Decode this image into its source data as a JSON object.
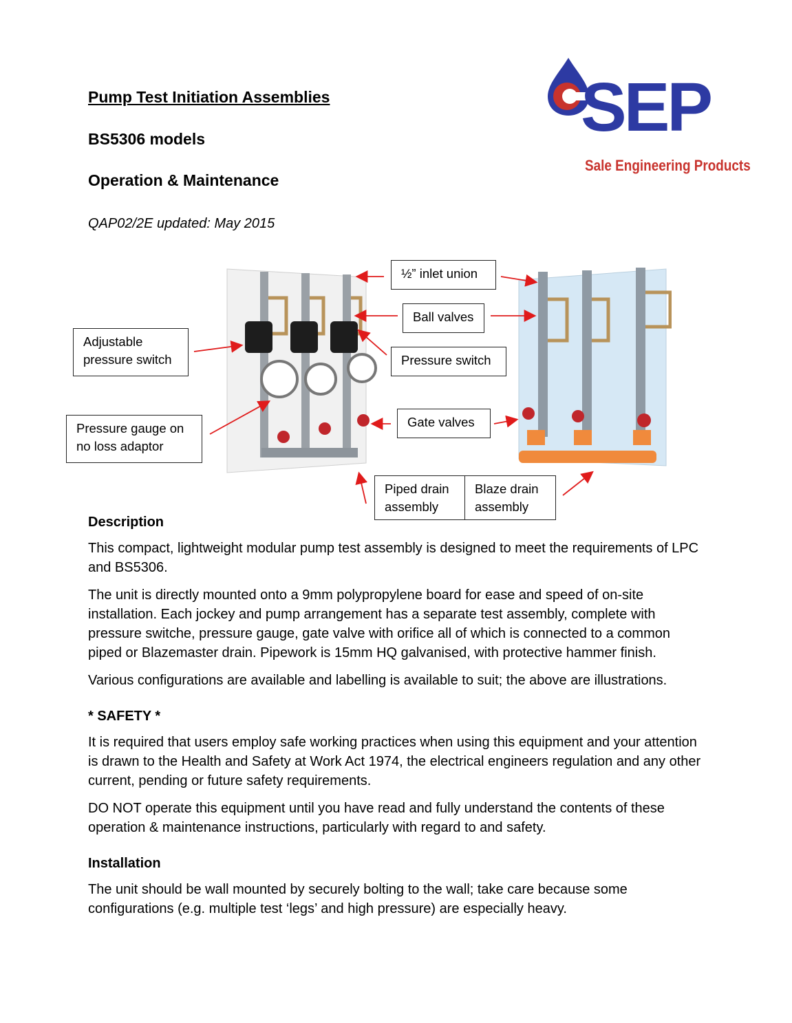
{
  "header": {
    "title": "Pump Test Initiation Assemblies",
    "subtitle1": "BS5306 models",
    "subtitle2": "Operation & Maintenance",
    "reference": "QAP02/2E updated: May 2015"
  },
  "logo": {
    "mark": "SEP",
    "tagline": "Sale Engineering Products",
    "brand_blue": "#2d3aa3",
    "brand_red": "#c8332d"
  },
  "figure": {
    "callouts": {
      "adjustable_switch_line1": "Adjustable",
      "adjustable_switch_line2": "pressure switch",
      "gauge_line1": "Pressure gauge on",
      "gauge_line2": "no loss adaptor",
      "inlet_union": "½” inlet union",
      "ball_valves": "Ball valves",
      "pressure_switch": "Pressure switch",
      "gate_valves": "Gate valves",
      "piped_drain_line1": "Piped drain",
      "piped_drain_line2": "assembly",
      "blaze_drain_line1": "Blaze drain",
      "blaze_drain_line2": "assembly"
    },
    "arrow_color": "#e01b1b"
  },
  "sections": {
    "description": {
      "heading": "Description",
      "p1": "This compact, lightweight modular pump test assembly is designed to meet the requirements of LPC and BS5306.",
      "p2": "The unit is directly mounted onto a 9mm polypropylene board for ease and speed of on-site installation. Each jockey and pump arrangement has a separate test assembly, complete with pressure switche, pressure gauge, gate valve with orifice all of which is connected to a common piped or Blazemaster drain. Pipework is 15mm HQ galvanised, with protective hammer finish.",
      "p3": "Various configurations are available and labelling is available to suit; the above are illustrations."
    },
    "safety": {
      "heading": "* SAFETY *",
      "p1": "It is required that users employ safe working practices when using this equipment and your attention is drawn to the Health and Safety at Work Act 1974, the electrical engineers regulation and any other current, pending or future safety requirements.",
      "p2": "DO NOT operate this equipment until you have read and fully understand the contents of these operation & maintenance instructions, particularly with regard to and safety."
    },
    "installation": {
      "heading": "Installation",
      "p1": "The unit should be wall mounted by securely bolting to the wall; take care because some configurations (e.g. multiple test ‘legs’ and high pressure) are especially heavy."
    }
  }
}
